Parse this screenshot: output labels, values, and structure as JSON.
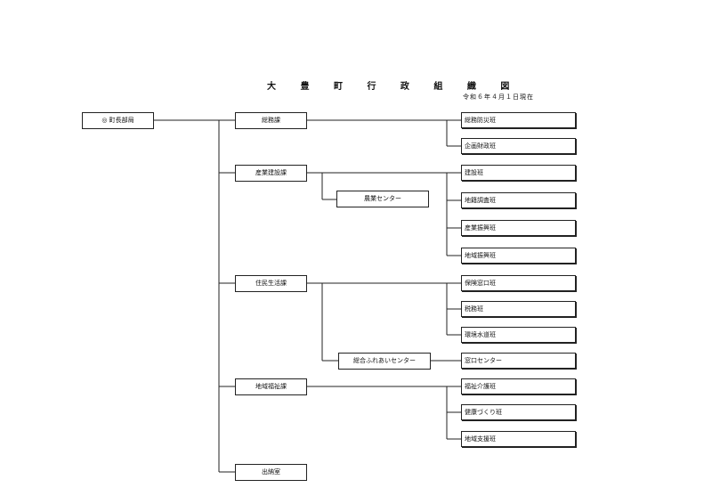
{
  "title": "大 豊 町 行 政 組 織 図",
  "date": "令和６年４月１日現在",
  "root": "◎ 町長部局",
  "divisions": {
    "somu": "総務課",
    "sangyo": "産業建設課",
    "jumin": "住民生活課",
    "fukushi": "地域福祉課",
    "suitou": "出納室"
  },
  "centers": {
    "nogyo": "農業センター",
    "fureai": "総合ふれあいセンター"
  },
  "sections": {
    "somubosai": "総務防災班",
    "kikaku": "企画財政班",
    "kensetsu": "建設班",
    "chiseki": "地籍調査班",
    "sangyoshinko": "産業振興班",
    "chiikishinko": "地域振興班",
    "hoken": "保険窓口班",
    "zeimu": "税務班",
    "kankyo": "環境水道班",
    "madoguchi": "窓口センター",
    "kaigo": "福祉介護班",
    "kenko": "健康づくり班",
    "shien": "地域支援班"
  }
}
